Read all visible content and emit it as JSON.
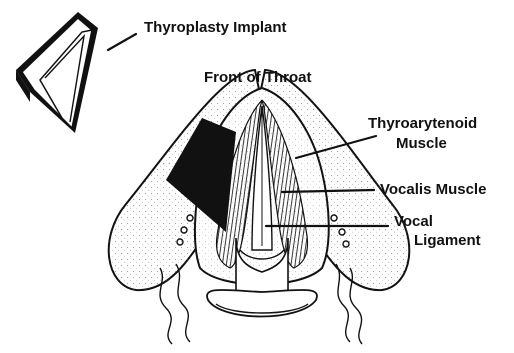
{
  "labels": {
    "implant": "Thyroplasty Implant",
    "front": "Front of Throat",
    "thyroarytenoid_line1": "Thyroarytenoid",
    "thyroarytenoid_line2": "Muscle",
    "vocalis": "Vocalis Muscle",
    "vocal_line1": "Vocal",
    "vocal_line2": "Ligament"
  },
  "colors": {
    "ink": "#111111",
    "paper": "#ffffff",
    "implant_fill": "#111111"
  }
}
